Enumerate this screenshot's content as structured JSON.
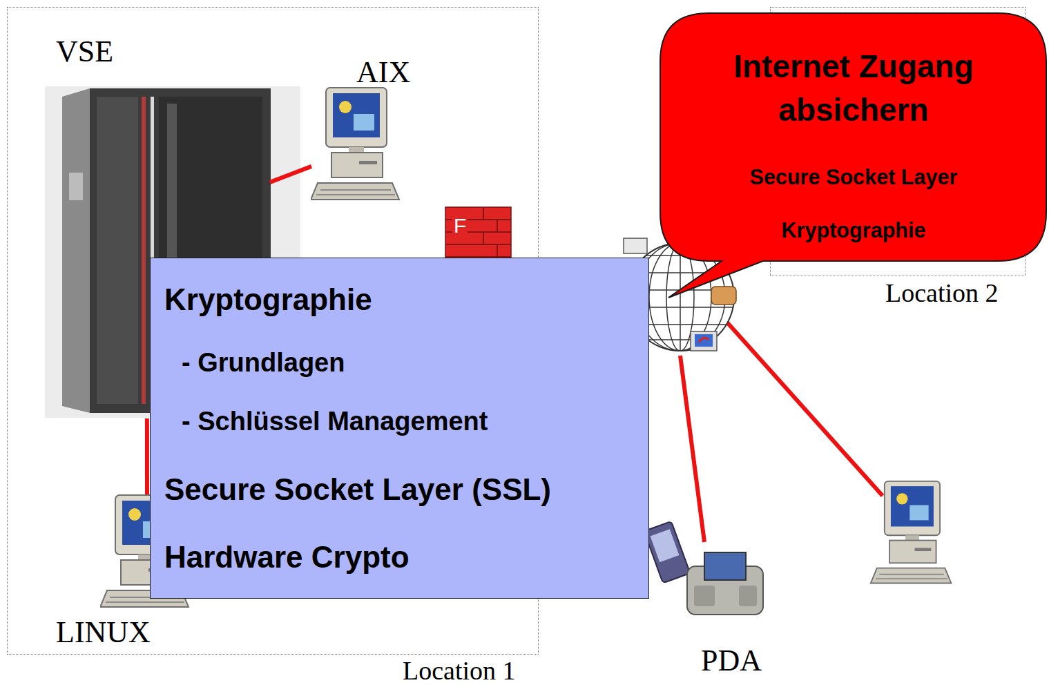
{
  "diagram": {
    "nodes": [
      {
        "text": [
          "Location 1"
        ]
      },
      {
        "text": [
          "VSE"
        ],
        "in": 0
      },
      {
        "text": [
          "AIX"
        ],
        "in": 0
      },
      {
        "text": [
          "LINUX"
        ],
        "in": 0
      },
      {
        "text": [
          "Kryptographie",
          "- Grundlagen",
          "- Schlüssel Management",
          "Secure Socket Layer (SSL)",
          "Hardware Crypto"
        ]
      },
      {
        "text": [
          "Location 2"
        ]
      },
      {
        "text": [
          "Internet Zugang absichern",
          "Secure Socket Layer",
          "Kryptographie"
        ]
      },
      {
        "text": [
          "PDA"
        ]
      }
    ],
    "edges": [
      {
        "from": 1,
        "to": 2,
        "arrow": "none"
      },
      {
        "from": 1,
        "to": 3,
        "arrow": "none"
      }
    ],
    "labels": [
      "F"
    ]
  }
}
